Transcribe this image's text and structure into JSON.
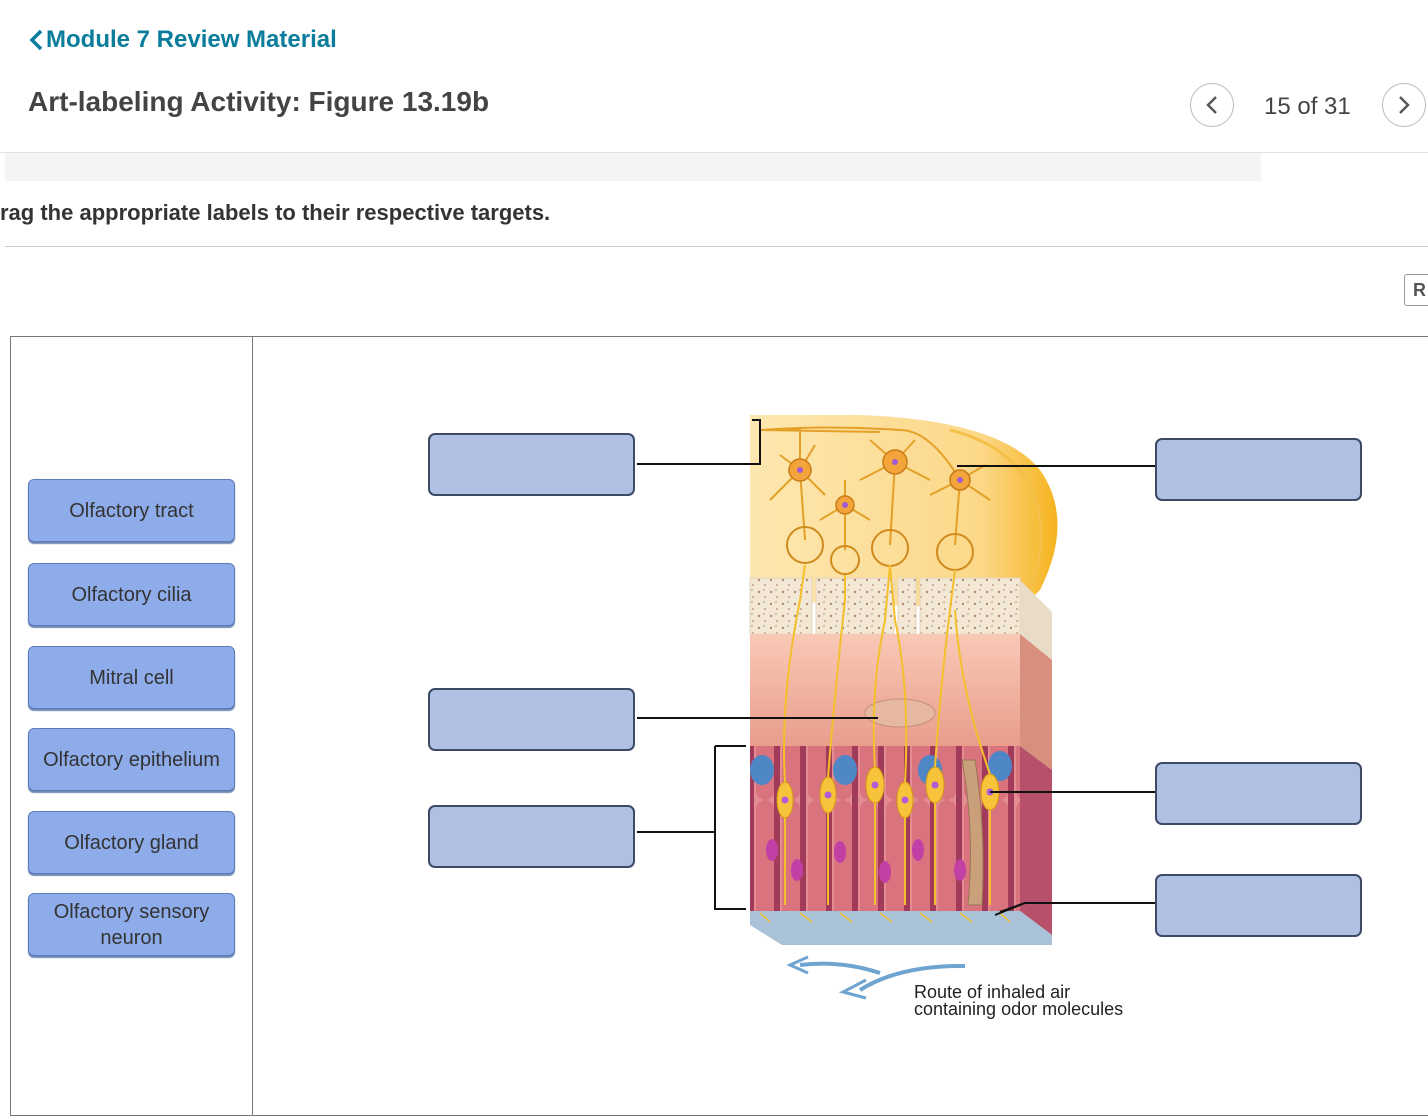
{
  "header": {
    "back_label": "Module 7 Review Material",
    "title": "Art-labeling Activity: Figure 13.19b",
    "pager": "15 of 31"
  },
  "instructions": "rag the appropriate labels to their respective targets.",
  "reset_label": "R",
  "labels": [
    "Olfactory tract",
    "Olfactory cilia",
    "Mitral cell",
    "Olfactory epithelium",
    "Olfactory gland",
    "Olfactory sensory neuron"
  ],
  "figure": {
    "caption_line1": "Route of inhaled air",
    "caption_line2": "containing odor molecules"
  },
  "colors": {
    "link": "#0a7c9c",
    "chip_fill": "#8eacea",
    "target_fill": "#b0c0e3"
  }
}
